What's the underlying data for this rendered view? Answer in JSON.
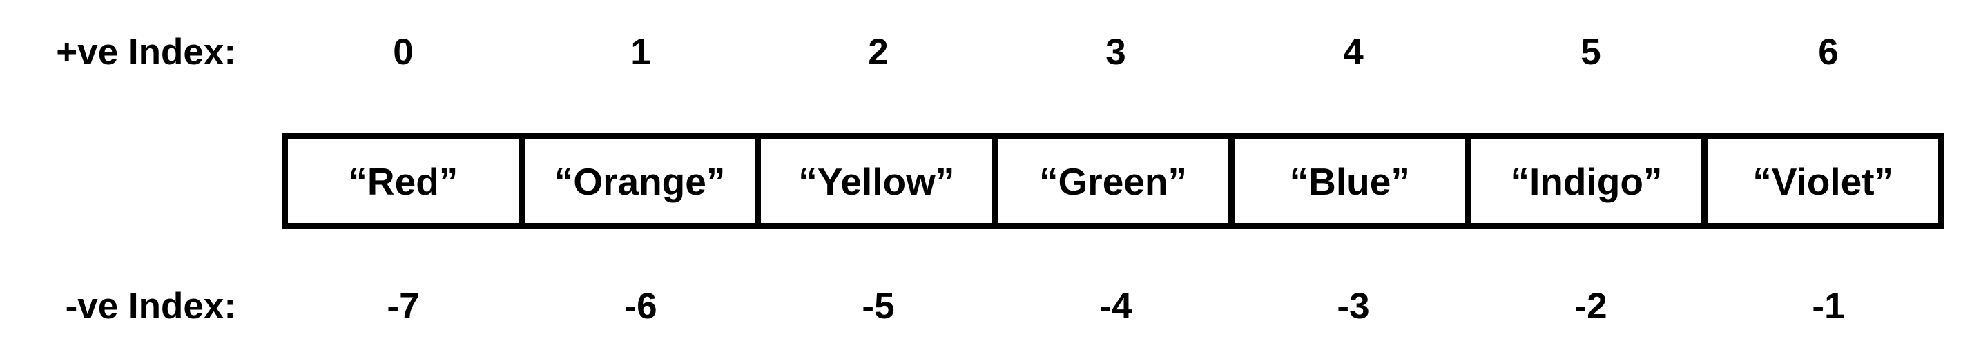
{
  "positive_label": "+ve Index:",
  "negative_label": "-ve Index:",
  "positive_indices": [
    "0",
    "1",
    "2",
    "3",
    "4",
    "5",
    "6"
  ],
  "negative_indices": [
    "-7",
    "-6",
    "-5",
    "-4",
    "-3",
    "-2",
    "-1"
  ],
  "items": [
    "“Red”",
    "“Orange”",
    "“Yellow”",
    "“Green”",
    "“Blue”",
    "“Indigo”",
    "“Violet”"
  ]
}
